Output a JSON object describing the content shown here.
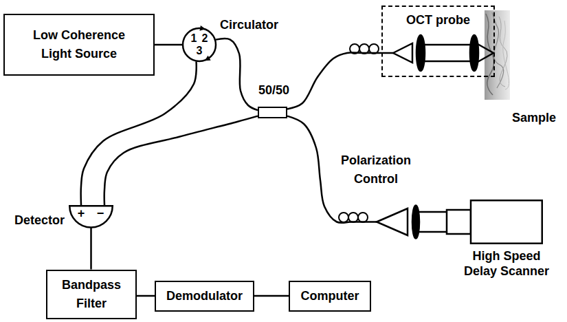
{
  "diagram": {
    "nodes": [
      {
        "text": [
          "Low Coherence Light Source"
        ]
      },
      {
        "text": [
          "Circulator",
          "1",
          "2",
          "3"
        ]
      },
      {
        "text": [
          "50/50"
        ]
      },
      {
        "text": [
          "OCT probe"
        ]
      },
      {
        "text": [
          "High Speed Delay Scanner"
        ]
      },
      {
        "text": [
          "Detector",
          "+",
          "−"
        ]
      },
      {
        "text": [
          "Bandpass Filter"
        ]
      },
      {
        "text": [
          "Demodulator"
        ]
      },
      {
        "text": [
          "Computer"
        ]
      }
    ],
    "edges": [
      {
        "from": 0,
        "to": 1,
        "arrow": "none"
      },
      {
        "from": 1,
        "to": 2,
        "arrow": "none"
      },
      {
        "from": 1,
        "to": 5,
        "arrow": "none"
      },
      {
        "from": 2,
        "to": 3,
        "arrow": "none"
      },
      {
        "from": 2,
        "to": 4,
        "arrow": "none"
      },
      {
        "from": 2,
        "to": 5,
        "arrow": "none"
      },
      {
        "from": 5,
        "to": 6,
        "arrow": "none"
      },
      {
        "from": 6,
        "to": 7,
        "arrow": "none"
      },
      {
        "from": 7,
        "to": 8,
        "arrow": "none"
      }
    ],
    "labels": [
      "Sample",
      "Polarization Control"
    ]
  }
}
